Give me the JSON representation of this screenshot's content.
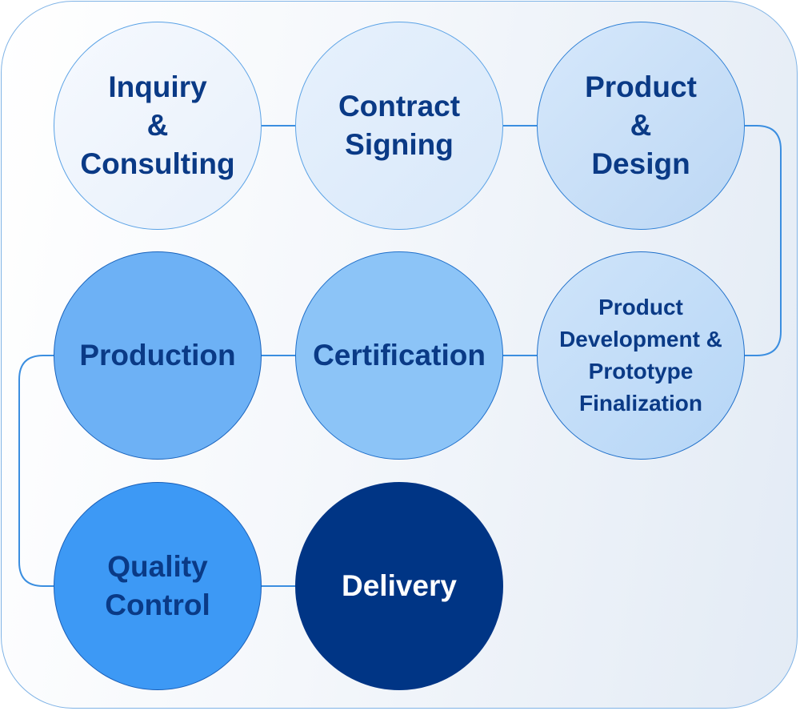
{
  "steps": [
    {
      "id": "inquiry-consulting",
      "label": "Inquiry\n&\nConsulting"
    },
    {
      "id": "contract-signing",
      "label": "Contract\nSigning"
    },
    {
      "id": "product-design",
      "label": "Product\n&\nDesign"
    },
    {
      "id": "product-development",
      "label": "Product\nDevelopment &\nPrototype\nFinalization"
    },
    {
      "id": "certification",
      "label": "Certification"
    },
    {
      "id": "production",
      "label": "Production"
    },
    {
      "id": "quality-control",
      "label": "Quality\nControl"
    },
    {
      "id": "delivery",
      "label": "Delivery"
    }
  ],
  "colors": {
    "border": "#7fb3e6",
    "connector": "#3b8ee0",
    "text": "#0a3a86",
    "delivery": "#003585"
  }
}
